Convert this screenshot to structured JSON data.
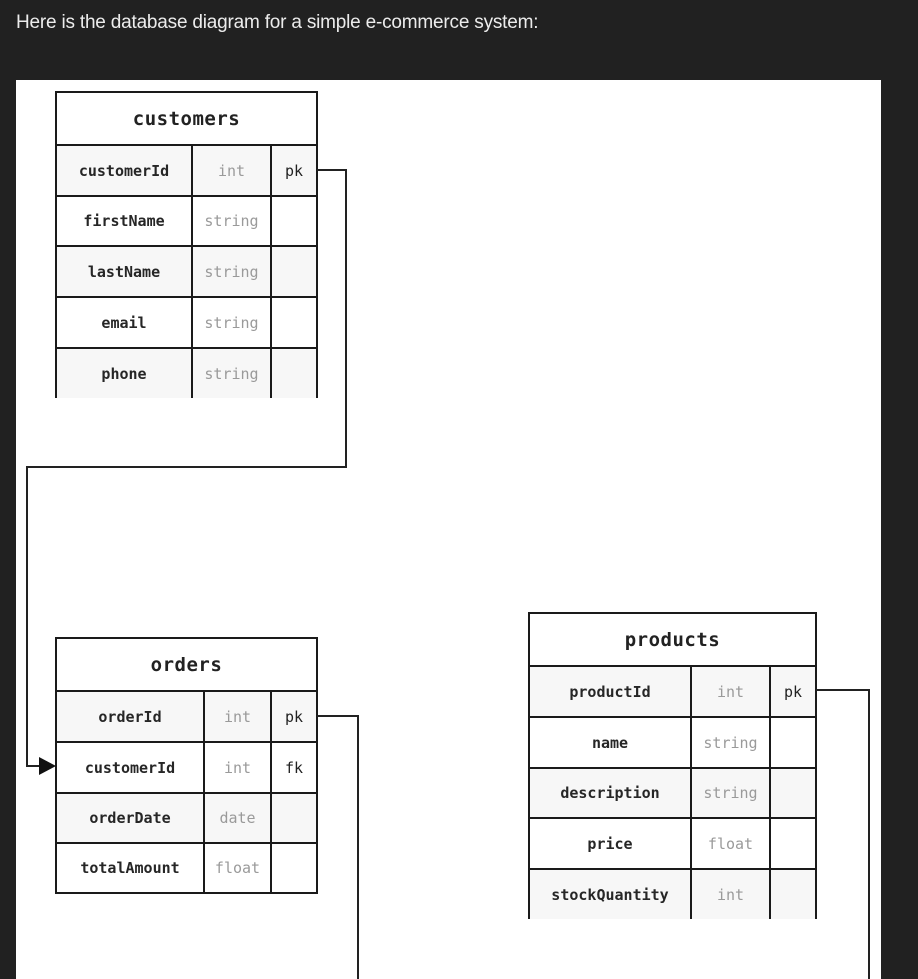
{
  "message": {
    "intro_text": "Here is the database diagram for a simple e-commerce system:"
  },
  "diagram": {
    "tables": {
      "customers": {
        "title": "customers",
        "columns": [
          {
            "name": "customerId",
            "type": "int",
            "key": "pk"
          },
          {
            "name": "firstName",
            "type": "string",
            "key": ""
          },
          {
            "name": "lastName",
            "type": "string",
            "key": ""
          },
          {
            "name": "email",
            "type": "string",
            "key": ""
          },
          {
            "name": "phone",
            "type": "string",
            "key": ""
          }
        ]
      },
      "orders": {
        "title": "orders",
        "columns": [
          {
            "name": "orderId",
            "type": "int",
            "key": "pk"
          },
          {
            "name": "customerId",
            "type": "int",
            "key": "fk"
          },
          {
            "name": "orderDate",
            "type": "date",
            "key": ""
          },
          {
            "name": "totalAmount",
            "type": "float",
            "key": ""
          }
        ]
      },
      "products": {
        "title": "products",
        "columns": [
          {
            "name": "productId",
            "type": "int",
            "key": "pk"
          },
          {
            "name": "name",
            "type": "string",
            "key": ""
          },
          {
            "name": "description",
            "type": "string",
            "key": ""
          },
          {
            "name": "price",
            "type": "float",
            "key": ""
          },
          {
            "name": "stockQuantity",
            "type": "int",
            "key": ""
          }
        ]
      }
    },
    "relationships": [
      {
        "from": "customers.customerId",
        "to": "orders.customerId",
        "arrow": "filled-triangle"
      },
      {
        "from": "orders.orderId",
        "to": "offscreen-below"
      },
      {
        "from": "products.productId",
        "to": "offscreen-below"
      }
    ],
    "colors": {
      "page_background": "#212121",
      "panel_background": "#ffffff",
      "border": "#1a1a1a",
      "alt_row": "#f7f7f7",
      "type_text": "#9a9a9a",
      "intro_text": "#ececec"
    }
  }
}
